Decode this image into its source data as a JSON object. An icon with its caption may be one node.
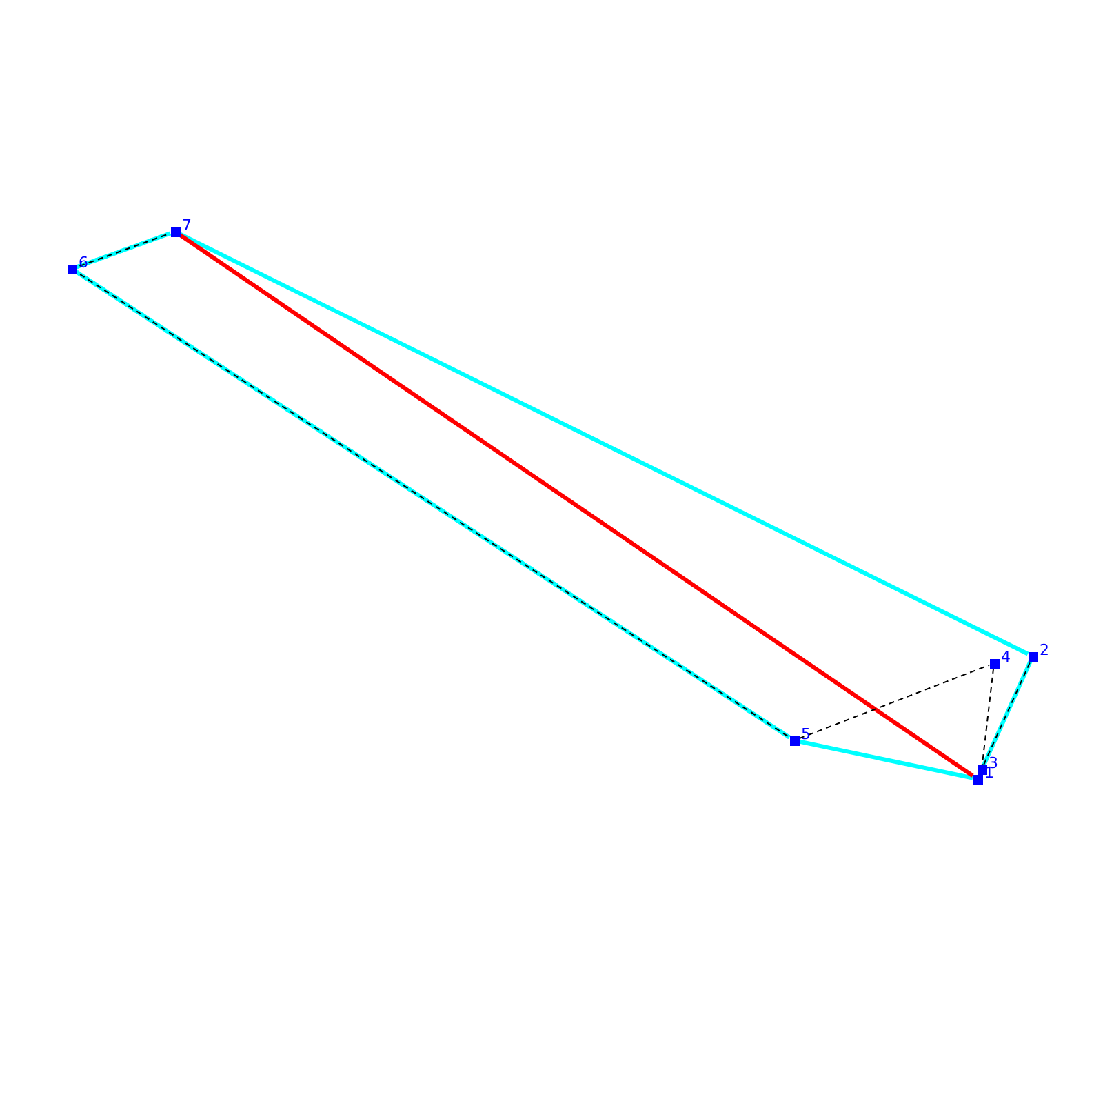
{
  "diagram": {
    "nodes": [
      {
        "text": [],
        "shape": "box",
        "beside": [
          "1"
        ]
      },
      {
        "text": [],
        "shape": "box",
        "beside": [
          "2"
        ]
      },
      {
        "text": [],
        "shape": "box",
        "beside": [
          "3"
        ]
      },
      {
        "text": [],
        "shape": "box",
        "beside": [
          "4"
        ]
      },
      {
        "text": [],
        "shape": "box",
        "beside": [
          "5"
        ]
      },
      {
        "text": [],
        "shape": "box",
        "beside": [
          "6"
        ]
      },
      {
        "text": [],
        "shape": "box",
        "beside": [
          "7"
        ]
      }
    ],
    "edges": [
      {
        "from": 0,
        "to": 1,
        "arrow": "none"
      },
      {
        "from": 1,
        "to": 6,
        "arrow": "none"
      },
      {
        "from": 6,
        "to": 5,
        "arrow": "none",
        "style": "dashed"
      },
      {
        "from": 5,
        "to": 4,
        "arrow": "none",
        "style": "dashed"
      },
      {
        "from": 4,
        "to": 0,
        "arrow": "none"
      },
      {
        "from": 6,
        "to": 0,
        "arrow": "none",
        "color": "#ff0000"
      },
      {
        "from": 4,
        "to": 3,
        "arrow": "none",
        "style": "dashed",
        "color": "#000000"
      },
      {
        "from": 3,
        "to": 2,
        "arrow": "none",
        "style": "dashed",
        "color": "#000000"
      },
      {
        "from": 2,
        "to": 1,
        "arrow": "none",
        "style": "dashed",
        "color": "#000000"
      }
    ]
  }
}
